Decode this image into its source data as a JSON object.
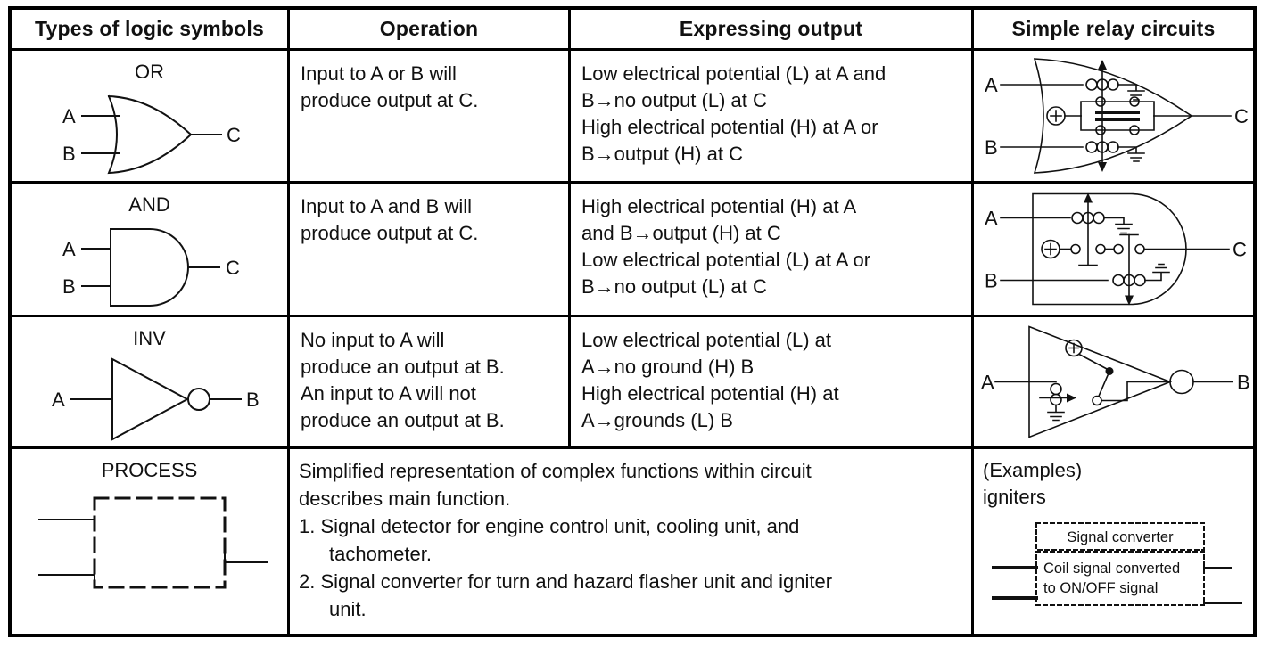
{
  "colors": {
    "ink": "#111111",
    "paper": "#ffffff"
  },
  "header": {
    "col1": "Types of logic symbols",
    "col2": "Operation",
    "col3": "Expressing output",
    "col4": "Simple relay circuits"
  },
  "rows": [
    {
      "symbol": "OR",
      "gate": {
        "in1": "A",
        "in2": "B",
        "out": "C"
      },
      "operation_lines": [
        "Input to A or B will",
        "produce output at C."
      ],
      "output_lines": [
        "Low electrical potential (L) at A and",
        "B→no output (L) at C",
        "High electrical potential (H) at A or",
        "B→output (H) at C"
      ],
      "relay": {
        "in1": "A",
        "in2": "B",
        "out": "C"
      }
    },
    {
      "symbol": "AND",
      "gate": {
        "in1": "A",
        "in2": "B",
        "out": "C"
      },
      "operation_lines": [
        "Input to A and B will",
        "produce output at C."
      ],
      "output_lines": [
        "High electrical potential (H) at A",
        "and B→output (H) at C",
        "Low electrical potential (L) at A or",
        "B→no output (L) at C"
      ],
      "relay": {
        "in1": "A",
        "in2": "B",
        "out": "C"
      }
    },
    {
      "symbol": "INV",
      "gate": {
        "in1": "A",
        "out": "B"
      },
      "operation_lines": [
        "No input to A will",
        "produce an output at B.",
        "An input to A will not",
        "produce an output at B."
      ],
      "output_lines": [
        "Low electrical potential (L) at",
        "A→no ground (H) B",
        "High electrical potential (H) at",
        "A→grounds (L) B"
      ],
      "relay": {
        "in1": "A",
        "out": "B"
      }
    },
    {
      "symbol": "PROCESS",
      "description_lines": [
        "Simplified representation of complex functions within circuit",
        "describes main function.",
        "1. Signal detector for engine control unit, cooling unit, and",
        "tachometer.",
        "2. Signal converter for turn and hazard flasher unit and igniter",
        "unit."
      ],
      "examples": {
        "label": "(Examples)",
        "name": "igniters",
        "box1_text": "Signal converter",
        "box2_line1": "Coil signal converted",
        "box2_line2": "to ON/OFF signal"
      }
    }
  ]
}
